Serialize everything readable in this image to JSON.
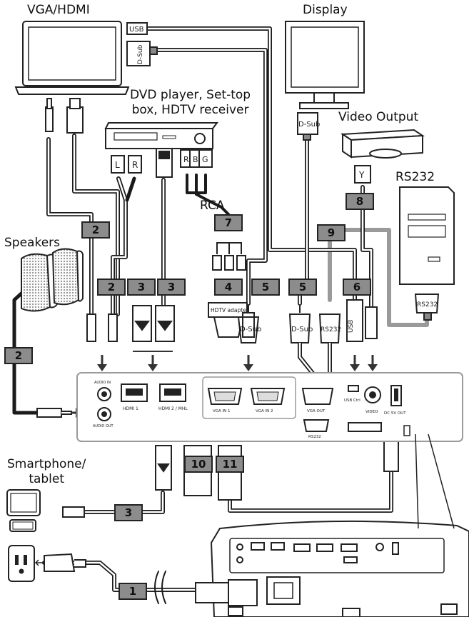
{
  "labels": {
    "vga_hdmi": "VGA/HDMI",
    "display": "Display",
    "dvd_player": [
      "DVD player, Set-top",
      "box, HDTV receiver"
    ],
    "video_output": "Video Output",
    "rs232_device": "RS232",
    "rca": "RCA",
    "speakers": "Speakers",
    "smartphone": [
      "Smartphone/",
      "tablet"
    ]
  },
  "connector_tags": {
    "usb": "USB",
    "dsub": "D-Sub",
    "dsub_display": "D-Sub",
    "rca_l": "L",
    "rca_r": "R",
    "rca_red": "R",
    "rca_blue": "B",
    "rca_green": "G",
    "video_y": "Y",
    "hdtv_adapter": "HDTV adapter",
    "dsub_a": "D-Sub",
    "dsub_b": "D-Sub",
    "rs232_plug": "RS232",
    "usb_plug": "USB",
    "rs232_pc": "RS232"
  },
  "cable_numbers": {
    "n1": "1",
    "n2_top": "2",
    "n2_mid": "2",
    "n2_spk": "2",
    "n3_a": "3",
    "n3_b": "3",
    "n3_phone": "3",
    "n4": "4",
    "n5_a": "5",
    "n5_b": "5",
    "n6": "6",
    "n7": "7",
    "n8": "8",
    "n9": "9",
    "n10": "10",
    "n11": "11"
  },
  "panel_labels": {
    "audio_in": "AUDIO IN",
    "audio_out": "AUDIO OUT",
    "hdmi1": "HDMI 1",
    "hdmi2": "HDMI 2 / MHL",
    "vga_in1": "VGA IN 1",
    "vga_in2": "VGA IN 2",
    "vga_out": "VGA OUT",
    "rs232": "RS232",
    "usb_ctrl": "USB Ctrl",
    "video": "VIDEO",
    "dc_5v_out": "DC 5V OUT"
  },
  "colors": {
    "badge_fill": "#8c8c8c",
    "cable_outline": "#1a1a1a",
    "cable_fill": "#ffffff",
    "rs232_cable": "#9a9a9a",
    "panel_border": "#9a9a9a"
  }
}
